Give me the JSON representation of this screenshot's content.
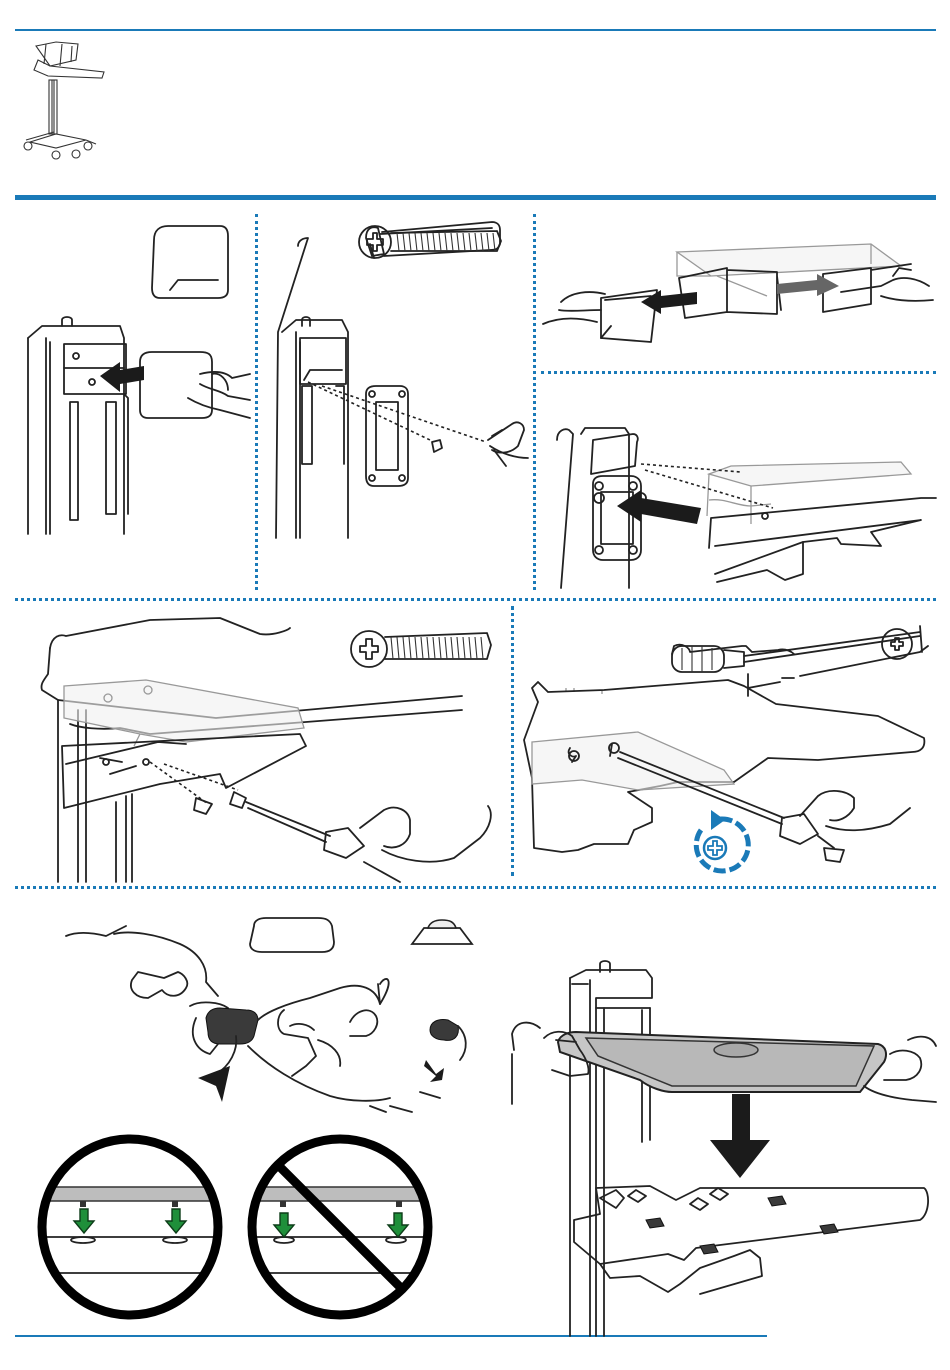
{
  "document": {
    "header_rule_color": "#1a7ab8",
    "divider_color": "#1a7ab8",
    "arrow_color": "#1b1b1b",
    "green_arrow_color": "#1f8f3a",
    "rotation_icon_color": "#1a7ab8"
  },
  "rotation_symbol": "+",
  "icons": [
    "cart-thumbnail",
    "screw-icon",
    "phillips-bit-icon",
    "tighten-clockwise-icon",
    "foot-pad-square",
    "foot-pad-dome",
    "correct-placement-circle",
    "prohibited-placement-circle"
  ],
  "steps": [
    {
      "panel": "slide-cover-onto-mast"
    },
    {
      "panel": "attach-bracket-plate-with-screws"
    },
    {
      "panel": "slide-shelf-extension"
    },
    {
      "panel": "attach-shelf-to-bracket"
    },
    {
      "panel": "insert-screws-into-shelf"
    },
    {
      "panel": "tighten-screws"
    },
    {
      "panel": "apply-adhesive-pads"
    },
    {
      "panel": "place-tray-on-shelf"
    }
  ]
}
